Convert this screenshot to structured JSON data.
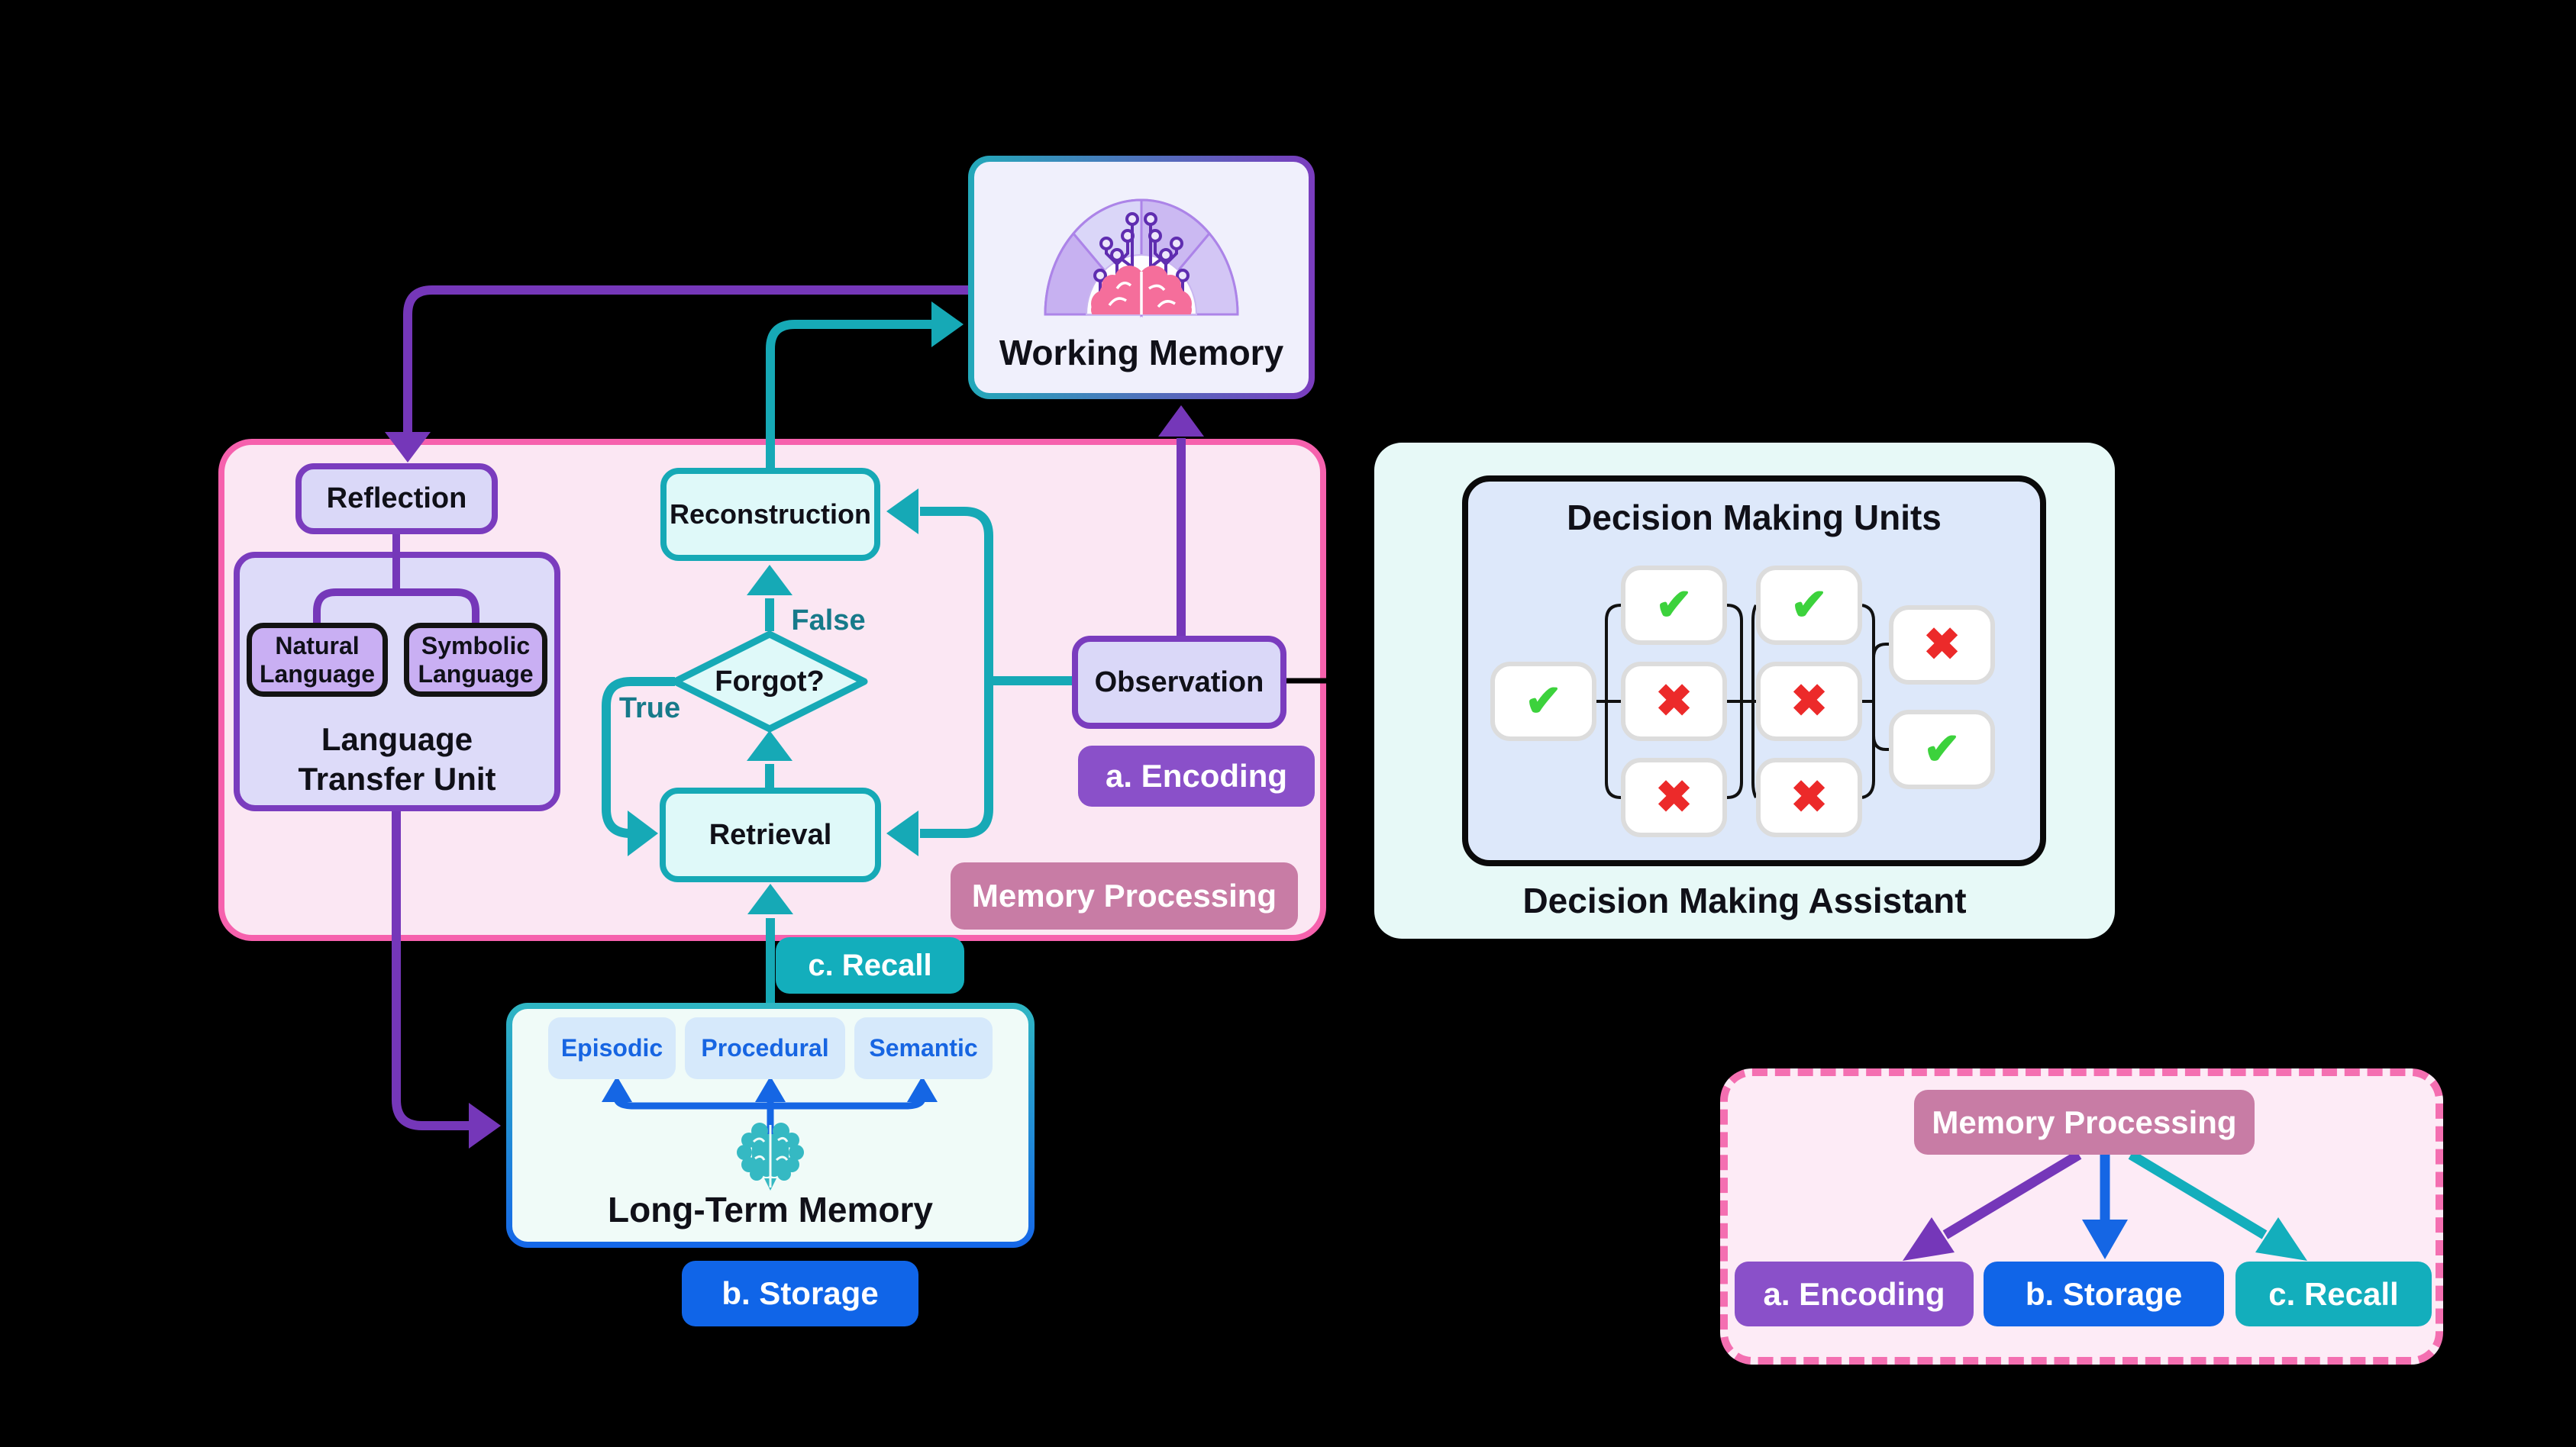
{
  "working_memory": {
    "label": "Working Memory"
  },
  "memory_processing": {
    "badge": "Memory Processing",
    "reflection": "Reflection",
    "ltu": {
      "title": "Language Transfer Unit",
      "natural": "Natural Language",
      "symbolic": "Symbolic Language"
    },
    "reconstruction": "Reconstruction",
    "forgot": "Forgot?",
    "false_label": "False",
    "true_label": "True",
    "retrieval": "Retrieval",
    "observation": "Observation",
    "encoding_badge": "a. Encoding"
  },
  "long_term_memory": {
    "title": "Long-Term Memory",
    "tabs": [
      {
        "label": "Episodic"
      },
      {
        "label": "Procedural"
      },
      {
        "label": "Semantic"
      }
    ],
    "recall_badge": "c. Recall",
    "storage_badge": "b. Storage"
  },
  "decision": {
    "title": "Decision Making Units",
    "caption": "Decision Making Assistant",
    "cells": [
      {
        "glyph": "✔",
        "mark_class": "mark mark-check"
      },
      {
        "glyph": "✔",
        "mark_class": "mark mark-check"
      },
      {
        "glyph": "✖",
        "mark_class": "mark mark-cross"
      },
      {
        "glyph": "✖",
        "mark_class": "mark mark-cross"
      },
      {
        "glyph": "✔",
        "mark_class": "mark mark-check"
      },
      {
        "glyph": "✖",
        "mark_class": "mark mark-cross"
      },
      {
        "glyph": "✖",
        "mark_class": "mark mark-cross"
      },
      {
        "glyph": "✖",
        "mark_class": "mark mark-cross"
      },
      {
        "glyph": "✔",
        "mark_class": "mark mark-check"
      }
    ]
  },
  "legend": {
    "title": "Memory Processing",
    "items": [
      {
        "label": "a. Encoding"
      },
      {
        "label": "b. Storage"
      },
      {
        "label": "c. Recall"
      }
    ]
  },
  "colors": {
    "teal": "#16A9B6",
    "purple": "#7537B9",
    "blue": "#1566E4",
    "pink_border": "#F661AD",
    "mauve": "#C87CA5",
    "encoding_purple": "#8A50C9",
    "check_green": "#3CD23C",
    "cross_red": "#EC2A2A"
  }
}
